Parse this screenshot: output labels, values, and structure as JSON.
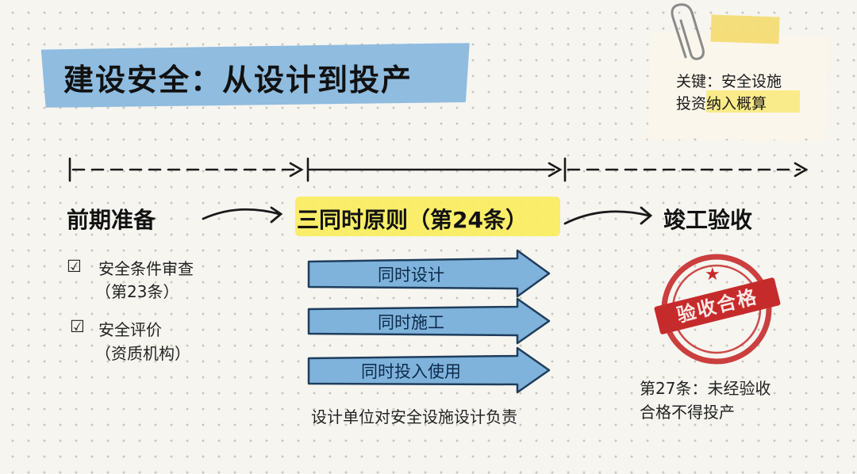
{
  "title": "建设安全：从设计到投产",
  "note": {
    "line1": "关键：安全设施",
    "line2": "投资纳入概算"
  },
  "phases": {
    "pre": "前期准备",
    "middle": "三同时原则（第24条）",
    "completion": "竣工验收"
  },
  "checklist": [
    {
      "mark": "☑",
      "line1": "安全条件审查",
      "line2": "（第23条）"
    },
    {
      "mark": "☑",
      "line1": "安全评价",
      "line2": "（资质机构）"
    }
  ],
  "arrows": [
    {
      "label": "同时设计"
    },
    {
      "label": "同时施工"
    },
    {
      "label": "同时投入使用"
    }
  ],
  "design_responsibility": "设计单位对安全设施设计负责",
  "stamp": {
    "text": "验收合格",
    "star": "★"
  },
  "completion_rule": {
    "line1": "第27条：未经验收",
    "line2": "合格不得投产"
  },
  "colors": {
    "title_banner": "#8fbcdf",
    "highlight_yellow": "#faec5a",
    "arrow_blue": "#7fb3dc",
    "stamp_red": "#c62b2b"
  }
}
